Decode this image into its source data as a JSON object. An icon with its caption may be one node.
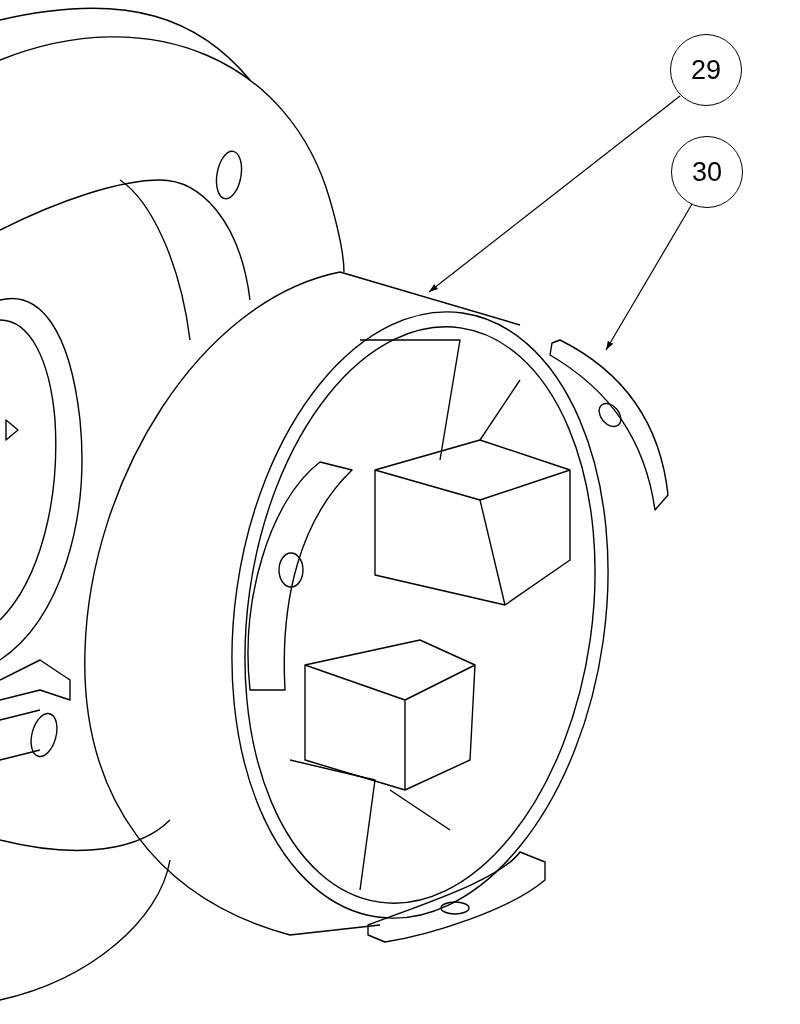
{
  "diagram": {
    "nodes": [
      {
        "text": [
          "29"
        ]
      },
      {
        "text": [
          "30"
        ]
      },
      {
        "text": [],
        "shape": "picture"
      },
      {
        "text": [],
        "shape": "picture"
      }
    ],
    "edges": [
      {
        "from": 0,
        "to": 2,
        "arrow": "to"
      },
      {
        "from": 1,
        "to": 3,
        "arrow": "to"
      }
    ]
  }
}
